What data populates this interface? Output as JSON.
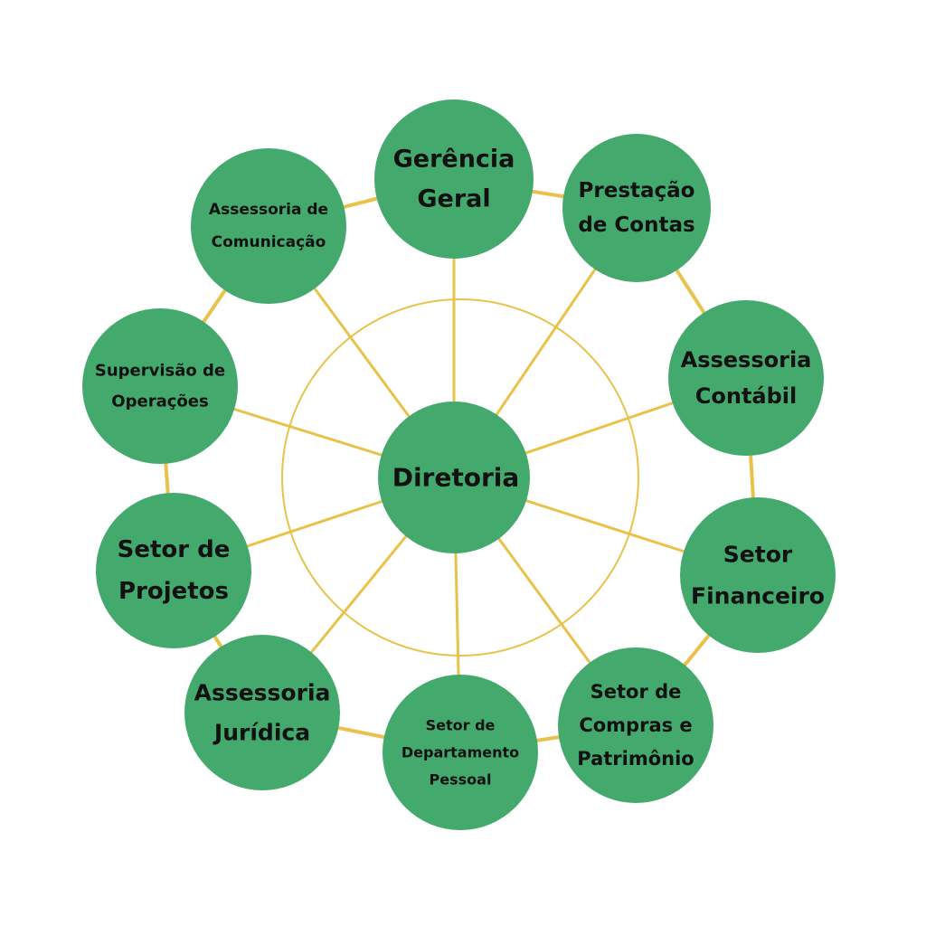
{
  "colors": {
    "node_fill": "#43A96C",
    "connector": "#E8C24A",
    "ring": "#E8C24A",
    "label": "#111111",
    "background": "#FFFFFF"
  },
  "center": {
    "lines": [
      "Diretoria"
    ]
  },
  "nodes": [
    {
      "id": "gerencia-geral",
      "lines": [
        "Gerência",
        "Geral"
      ]
    },
    {
      "id": "prestacao-de-contas",
      "lines": [
        "Prestação",
        "de Contas"
      ]
    },
    {
      "id": "assessoria-contabil",
      "lines": [
        "Assessoria",
        "Contábil"
      ]
    },
    {
      "id": "setor-financeiro",
      "lines": [
        "Setor",
        "Financeiro"
      ]
    },
    {
      "id": "setor-compras-patrimonio",
      "lines": [
        "Setor de",
        "Compras e",
        "Patrimônio"
      ]
    },
    {
      "id": "setor-departamento-pessoal",
      "lines": [
        "Setor de",
        "Departamento",
        "Pessoal"
      ]
    },
    {
      "id": "assessoria-juridica",
      "lines": [
        "Assessoria",
        "Jurídica"
      ]
    },
    {
      "id": "setor-de-projetos",
      "lines": [
        "Setor de",
        "Projetos"
      ]
    },
    {
      "id": "supervisao-de-operacoes",
      "lines": [
        "Supervisão de",
        "Operações"
      ]
    },
    {
      "id": "assessoria-de-comunicacao",
      "lines": [
        "Assessoria de",
        "Comunicação"
      ]
    }
  ]
}
